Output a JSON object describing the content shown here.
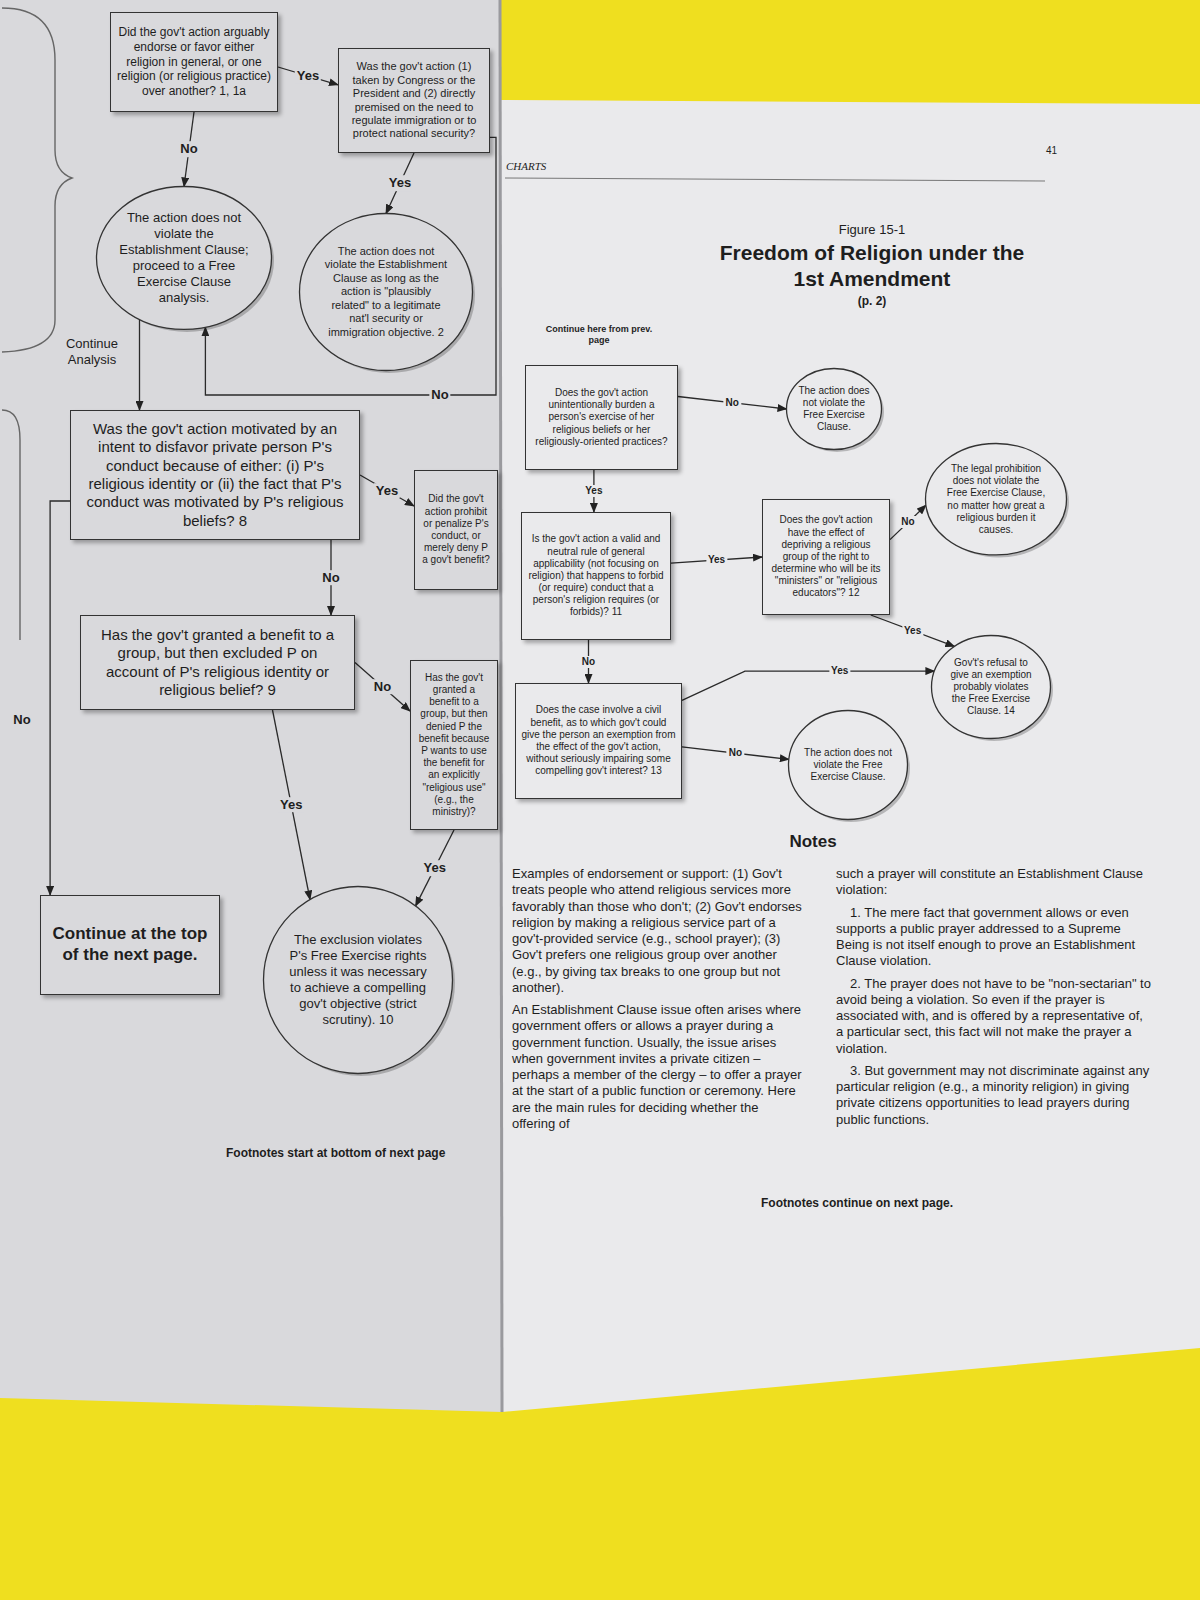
{
  "diagram": {
    "title": "Freedom of Religion under the 1st Amendment",
    "nodes": [
      {
        "text": [
          "Did the gov't action arguably endorse or favor either religion in general, or one religion (or religious practice) over another? 1, 1a"
        ]
      },
      {
        "text": [
          "Was the gov't action (1) taken by Congress or the President and (2) directly premised on the need to regulate immigration or to protect national security?"
        ]
      },
      {
        "text": [
          "The action does not violate the Establishment Clause; proceed to a Free Exercise Clause analysis."
        ]
      },
      {
        "text": [
          "The action does not violate the Establishment Clause as long as the action is \"plausibly related\" to a legitimate nat'l security or immigration objective. 2"
        ]
      },
      {
        "text": [
          "Was the gov't action motivated by an intent to disfavor private person P's conduct because of either: (i) P's religious identity or (ii) the fact that P's conduct was motivated by P's religious beliefs? 8"
        ]
      },
      {
        "text": [
          "Did the gov't action prohibit or penalize P's conduct, or merely deny P a gov't benefit?"
        ]
      },
      {
        "text": [
          "Has the gov't granted a benefit to a group, but then excluded P on account of P's religious identity or religious belief? 9"
        ]
      },
      {
        "text": [
          "Has the gov't granted a benefit to a group, but then denied P the benefit because P wants to use the benefit for an explicitly \"religious use\" (e.g., the ministry)?"
        ]
      },
      {
        "text": [
          "Continue at the top of the next page."
        ]
      },
      {
        "text": [
          "The exclusion violates P's Free Exercise rights unless it was necessary to achieve a compelling gov't objective (strict scrutiny). 10"
        ]
      },
      {
        "text": [
          "Does the gov't action unintentionally burden a person's exercise of her religious beliefs or her religiously-oriented practices?"
        ]
      },
      {
        "text": [
          "The action does not violate the Free Exercise Clause."
        ]
      },
      {
        "text": [
          "Is the gov't action a valid and neutral rule of general applicability (not focusing on religion) that happens to forbid (or require) conduct that a person's religion requires (or forbids)? 11"
        ]
      },
      {
        "text": [
          "Does the gov't action have the effect of depriving a religious group of the right to determine who will be its \"ministers\" or \"religious educators\"? 12"
        ]
      },
      {
        "text": [
          "The legal prohibition does not violate the Free Exercise Clause, no matter how great a religious burden it causes."
        ]
      },
      {
        "text": [
          "Gov't's refusal to give an exemption probably violates the Free Exercise Clause. 14"
        ]
      },
      {
        "text": [
          "Does the case involve a civil benefit, as to which gov't could give the person an exemption from the effect of the gov't action, without seriously impairing some compelling gov't interest? 13"
        ]
      },
      {
        "text": [
          "The action does not violate the Free Exercise Clause."
        ]
      }
    ],
    "edges": [
      {
        "from": 0,
        "to": 1,
        "label": "Yes",
        "arrow": "to"
      },
      {
        "from": 0,
        "to": 2,
        "label": "No",
        "arrow": "to"
      },
      {
        "from": 1,
        "to": 3,
        "label": "Yes",
        "arrow": "to"
      },
      {
        "from": 1,
        "to": 2,
        "label": "No",
        "arrow": "to"
      },
      {
        "from": 2,
        "to": 4,
        "label": "Continue Analysis",
        "arrow": "to"
      },
      {
        "from": 4,
        "to": 5,
        "label": "Yes",
        "arrow": "to"
      },
      {
        "from": 4,
        "to": 6,
        "label": "No",
        "arrow": "to"
      },
      {
        "from": 4,
        "to": 8,
        "label": "No",
        "arrow": "to"
      },
      {
        "from": 6,
        "to": 7,
        "label": "No",
        "arrow": "to"
      },
      {
        "from": 6,
        "to": 9,
        "label": "Yes",
        "arrow": "to"
      },
      {
        "from": 7,
        "to": 9,
        "label": "Yes",
        "arrow": "to"
      },
      {
        "from": 10,
        "to": 11,
        "label": "No",
        "arrow": "to"
      },
      {
        "from": 10,
        "to": 12,
        "label": "Yes",
        "arrow": "to"
      },
      {
        "from": 12,
        "to": 13,
        "label": "Yes",
        "arrow": "to"
      },
      {
        "from": 12,
        "to": 16,
        "label": "No",
        "arrow": "to"
      },
      {
        "from": 13,
        "to": 14,
        "label": "No",
        "arrow": "to"
      },
      {
        "from": 13,
        "to": 15,
        "label": "Yes",
        "arrow": "to"
      },
      {
        "from": 16,
        "to": 15,
        "label": "Yes",
        "arrow": "to"
      },
      {
        "from": 16,
        "to": 17,
        "label": "No",
        "arrow": "to"
      }
    ],
    "labels": [
      "41",
      "CHARTS",
      "Figure 15-1",
      "(p. 2)",
      "Continue here from prev. page",
      "Notes",
      "Examples of endorsement or support: (1) Gov't treats people who attend religious services more favorably than those who don't; (2) Gov't endorses religion by making a religious service part of a gov't-provided service (e.g., school prayer); (3) Gov't prefers one religious group over another (e.g., by giving tax breaks to one group but not another).",
      "An Establishment Clause issue often arises where government offers or allows a prayer during a government function. Usually, the issue arises when government invites a private citizen – perhaps a member of the clergy – to offer a prayer at the start of a public function or ceremony. Here are the main rules for deciding whether the offering of",
      "such a prayer will constitute an Establishment Clause violation:",
      "1. The mere fact that government allows or even supports a public prayer addressed to a Supreme Being is not itself enough to prove an Establishment Clause violation.",
      "2. The prayer does not have to be \"non-sectarian\" to avoid being a violation. So even if the prayer is associated with, and is offered by a representative of, a particular sect, this fact will not make the prayer a violation.",
      "3. But government may not discriminate against any particular religion (e.g., a minority religion) in giving private citizens opportunities to lead prayers during public functions.",
      "Footnotes continue on next page.",
      "Footnotes start at bottom of next page"
    ]
  }
}
